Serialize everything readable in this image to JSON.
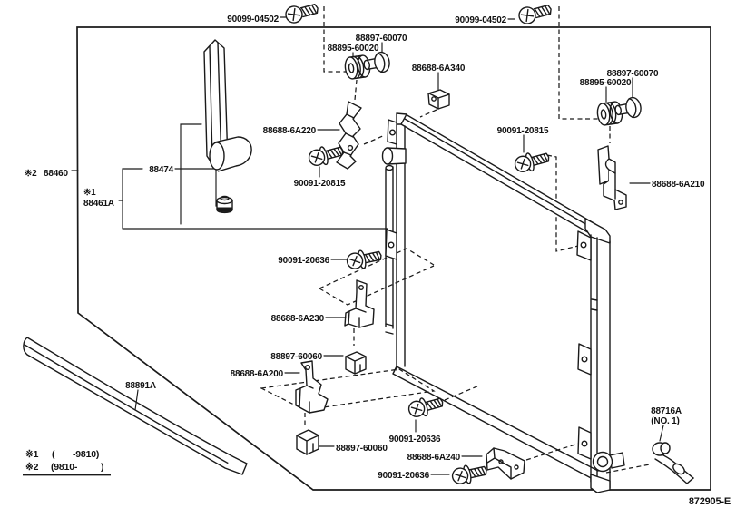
{
  "footer_code": "872905-E",
  "colors": {
    "line": "#1a1a1a",
    "text": "#111111",
    "background": "#ffffff"
  },
  "legend": {
    "sym1": "※1",
    "open1": "(",
    "range1": "-9810)",
    "sym2": "※2",
    "range2": "(9810-",
    "close2": ")"
  },
  "labels": {
    "screw_top_left": "90099-04502",
    "screw_top_right": "90099-04502",
    "collar_left": "88897-60070",
    "grommet_left": "88895-60020",
    "clip": "88688-6A340",
    "collar_right": "88897-60070",
    "grommet_right": "88895-60020",
    "bracket_upper_left": "88688-6A220",
    "bolt_upper_left": "90091-20815",
    "bolt_upper_right": "90091-20815",
    "bracket_upper_right": "88688-6A210",
    "bolt_mid": "90091-20636",
    "bracket_mid": "88688-6A230",
    "pad_upper": "88897-60060",
    "bracket_lower_left": "88688-6A200",
    "seal_strip": "88891A",
    "pad_lower": "88897-60060",
    "bolt_lower_mid": "90091-20636",
    "bracket_lower_right": "88688-6A240",
    "bolt_bottom": "90091-20636",
    "sensor": "88716A",
    "sensor_sub": "(NO. 1)",
    "receiver_drier": "88474",
    "receiver_v1_sym": "※1",
    "receiver_v1": "88461A",
    "condenser_sym": "※2",
    "condenser": "88460"
  },
  "glyphs": [
    "pan-head-screw-icon",
    "flange-bolt-icon",
    "grommet-icon",
    "collar-icon",
    "clip-icon",
    "bracket-icon",
    "cushion-pad-icon",
    "condenser-core-icon",
    "receiver-drier-icon",
    "receiver-cap-icon",
    "seal-strip-icon",
    "pipe-sensor-icon"
  ]
}
